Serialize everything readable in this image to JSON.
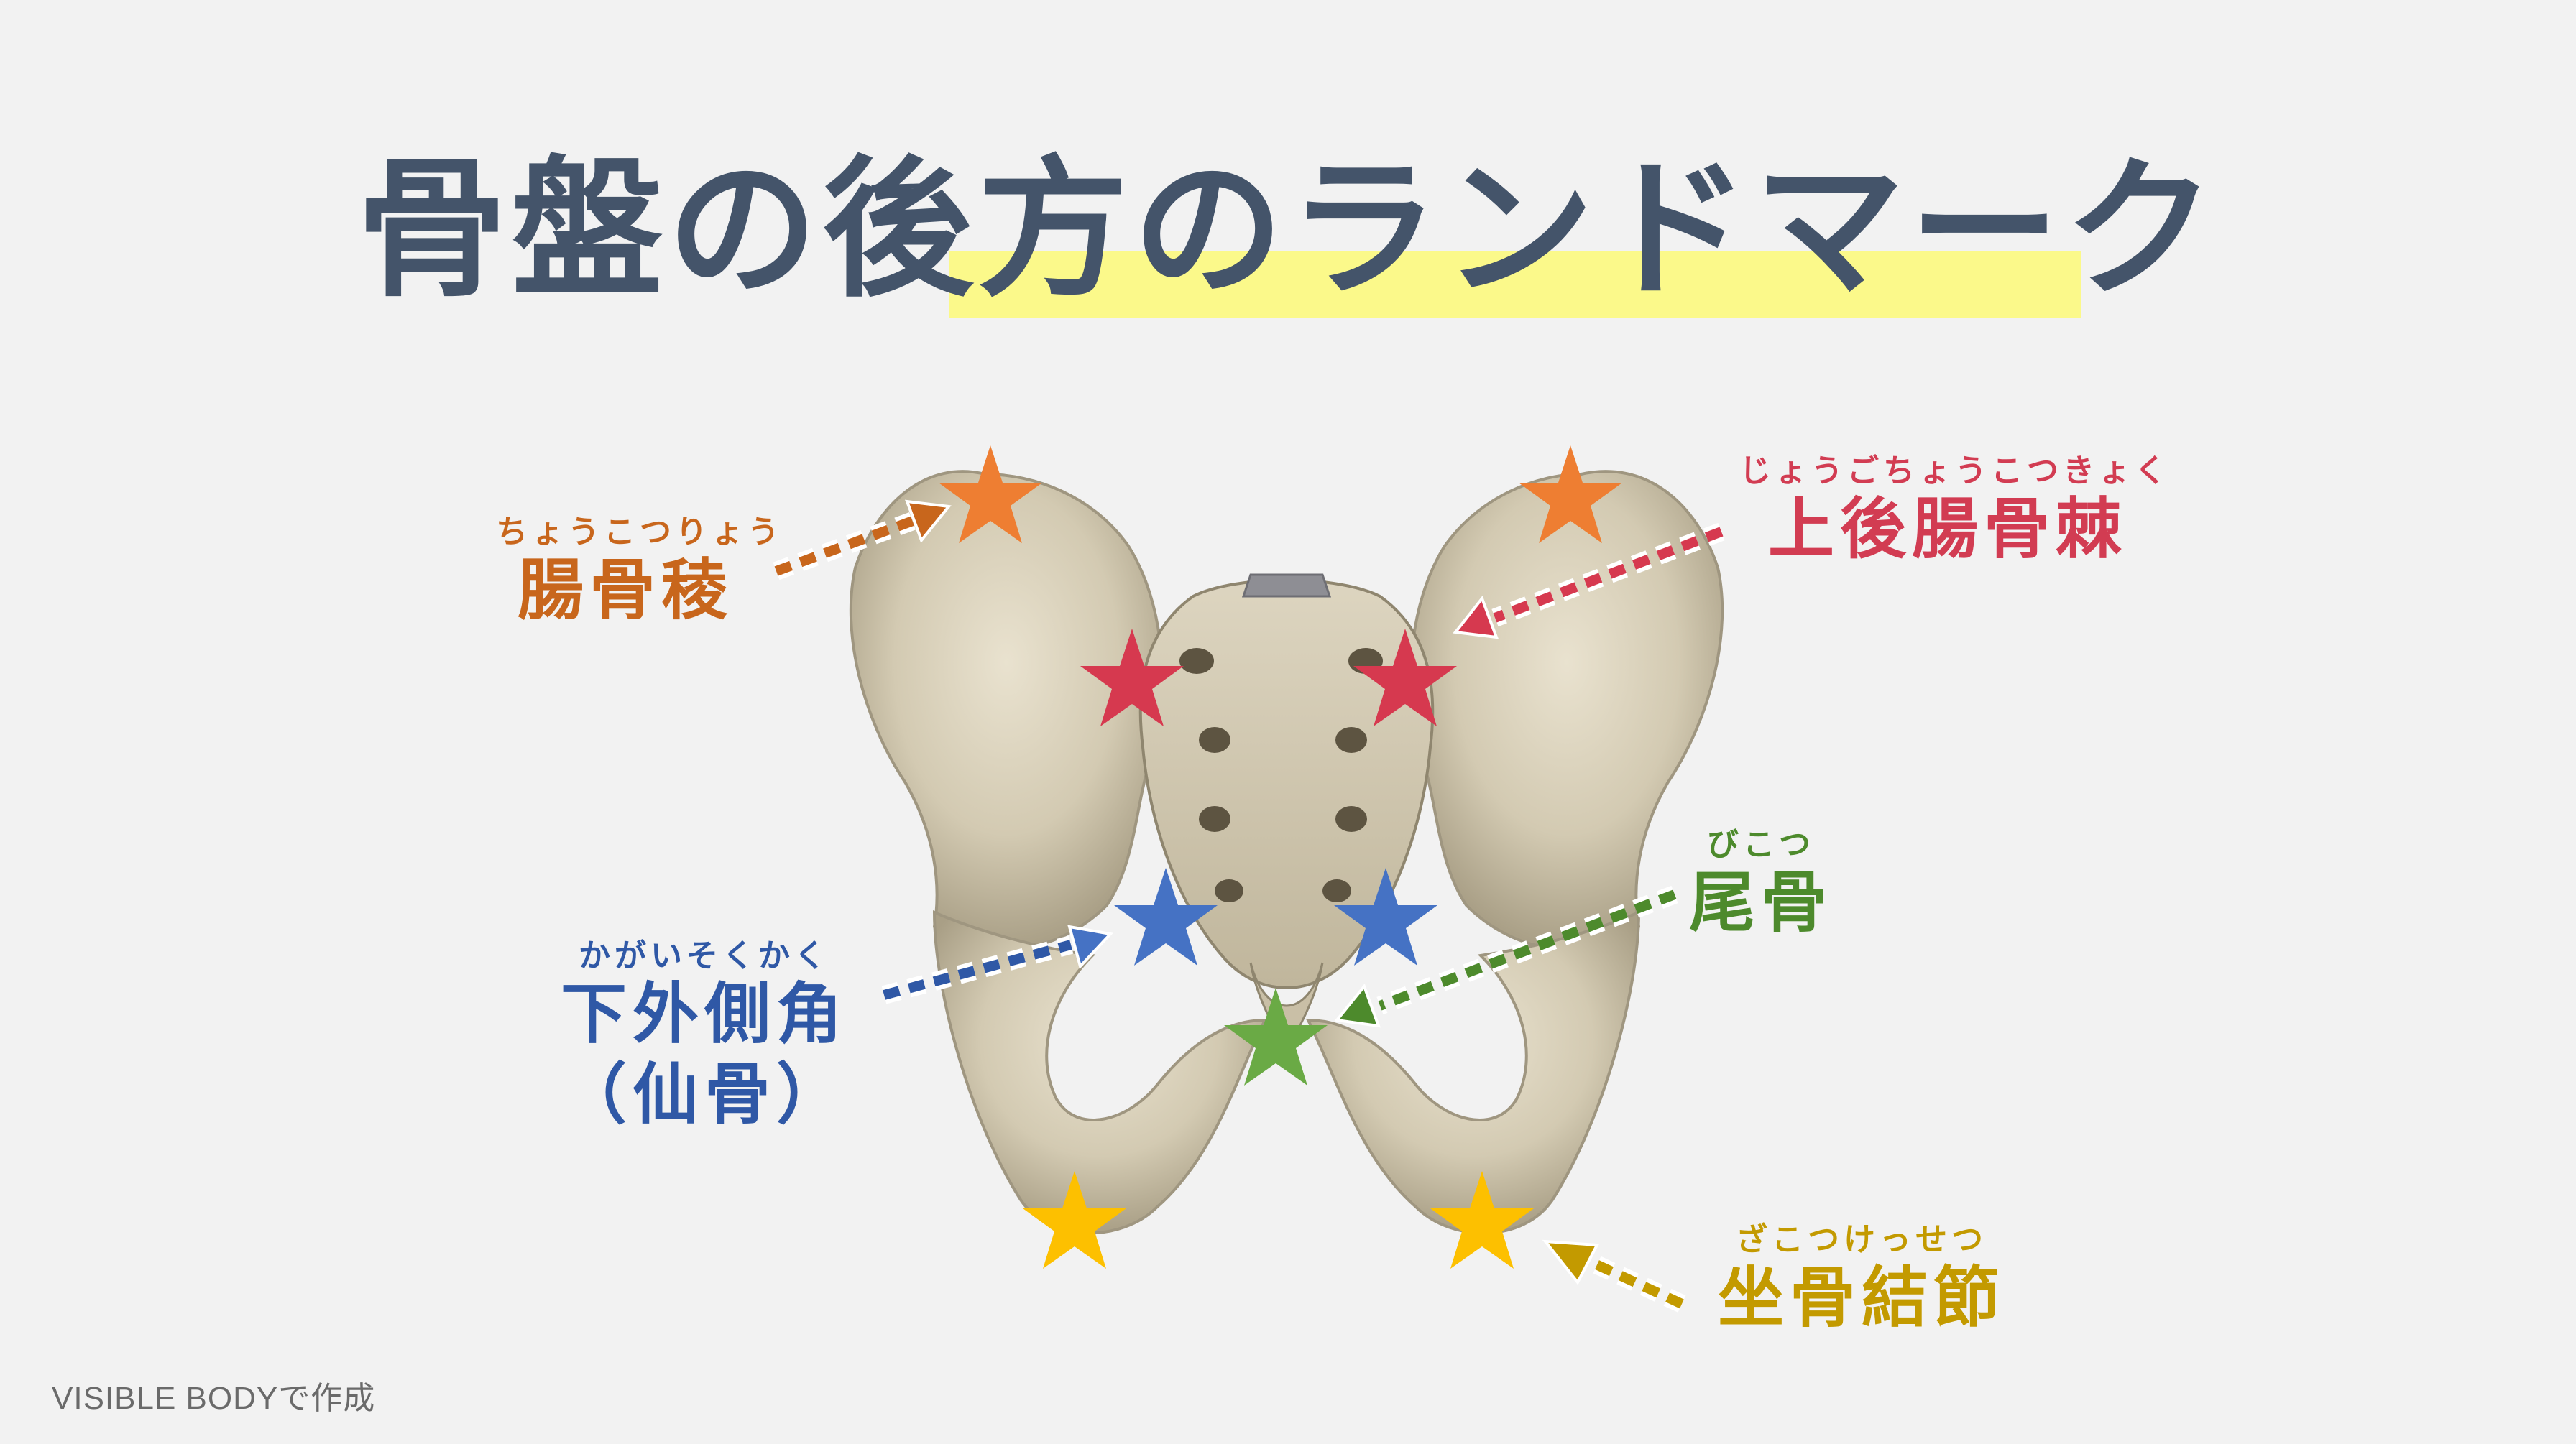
{
  "title": "骨盤の後方のランドマーク",
  "labels": {
    "iliac_crest": {
      "ruby": "ちょうこつりょう",
      "text": "腸骨稜",
      "color": "#c8661c"
    },
    "psis": {
      "ruby": "じょうごちょうこつきょく",
      "text": "上後腸骨棘",
      "color": "#d23c52"
    },
    "ila": {
      "ruby": "かがいそくかく",
      "text": "下外側角",
      "text2": "（仙骨）",
      "color": "#2f58a6"
    },
    "coccyx": {
      "ruby": "びこつ",
      "text": "尾骨",
      "color": "#4d8a2c"
    },
    "ischial_tuberosity": {
      "ruby": "ざこつけっせつ",
      "text": "坐骨結節",
      "color": "#c39a00"
    }
  },
  "markers": {
    "iliac_crest_color": "#ee7e32",
    "psis_color": "#d6394f",
    "ila_color": "#4572c4",
    "coccyx_color": "#6aaa45",
    "ischial_color": "#fdc000"
  },
  "icons": {
    "marker": "star-icon",
    "pointer": "dotted-arrow-icon"
  },
  "credit": "VISIBLE BODYで作成"
}
